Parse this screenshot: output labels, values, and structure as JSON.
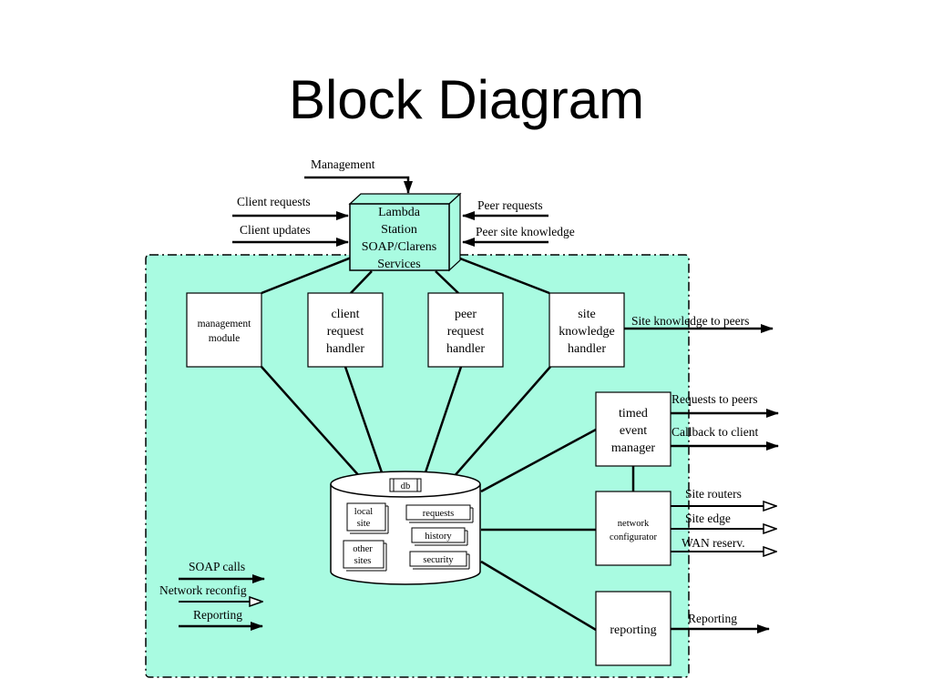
{
  "title": "Block Diagram",
  "colors": {
    "region_fill": "#a9fbe1",
    "box_fill": "#ffffff",
    "lambda_fill": "#a9fbe1",
    "line": "#000000"
  },
  "inputs": {
    "management": "Management",
    "client_requests": "Client requests",
    "client_updates": "Client updates",
    "peer_requests": "Peer requests",
    "peer_site_knowledge": "Peer site knowledge"
  },
  "lambda_station": {
    "line1": "Lambda",
    "line2": "Station",
    "line3": "SOAP/Clarens",
    "line4": "Services"
  },
  "modules": {
    "management": {
      "line1": "management",
      "line2": "module"
    },
    "client": {
      "line1": "client",
      "line2": "request",
      "line3": "handler"
    },
    "peer": {
      "line1": "peer",
      "line2": "request",
      "line3": "handler"
    },
    "site": {
      "line1": "site",
      "line2": "knowledge",
      "line3": "handler"
    },
    "timed": {
      "line1": "timed",
      "line2": "event",
      "line3": "manager"
    },
    "network": {
      "line1": "network",
      "line2": "configurator"
    },
    "reporting": "reporting"
  },
  "db": {
    "label": "db",
    "local_site": {
      "line1": "local",
      "line2": "site"
    },
    "other_sites": {
      "line1": "other",
      "line2": "sites"
    },
    "requests": "requests",
    "history": "history",
    "security": "security"
  },
  "outputs": {
    "site_knowledge_to_peers": "Site knowledge to peers",
    "requests_to_peers": "Requests to peers",
    "callback_to_client": "Callback to client",
    "site_routers": "Site routers",
    "site_edge": "Site edge",
    "wan_reserv": "WAN reserv.",
    "reporting": "Reporting"
  },
  "legend": {
    "soap_calls": "SOAP calls",
    "network_reconfig": "Network reconfig",
    "reporting": "Reporting"
  }
}
